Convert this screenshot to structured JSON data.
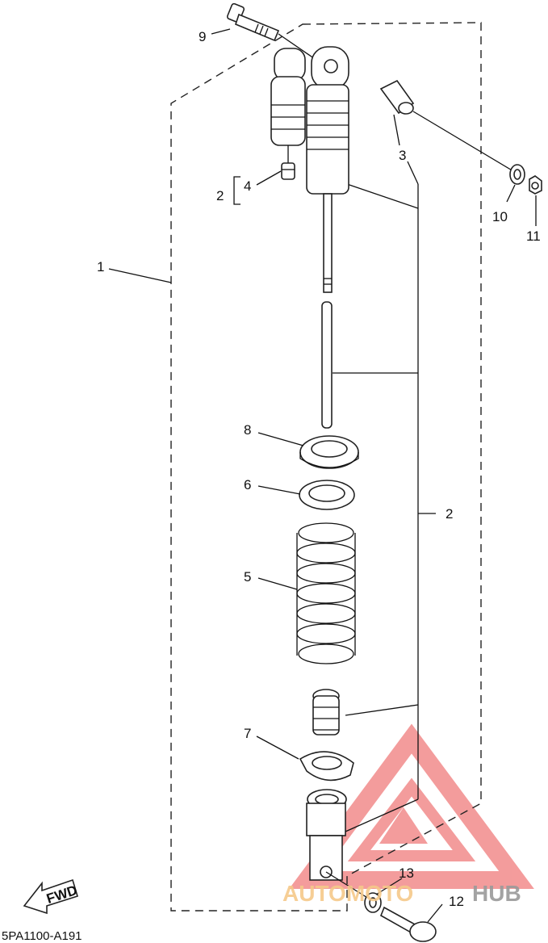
{
  "diagram": {
    "code": "5PA1100-A191",
    "fwd_label": "FWD",
    "callouts": {
      "c1": "1",
      "c2a": "2",
      "c2b": "2",
      "c3": "3",
      "c4": "4",
      "c5": "5",
      "c6": "6",
      "c7": "7",
      "c8": "8",
      "c9": "9",
      "c10": "10",
      "c11": "11",
      "c12": "12",
      "c13": "13"
    }
  },
  "watermark": {
    "word1": "AUTOMOTO",
    "word2": "HUB",
    "colors": {
      "triangle": "#f28b8b",
      "auto": "#f6c98a",
      "hub": "#9a9a9a"
    }
  }
}
